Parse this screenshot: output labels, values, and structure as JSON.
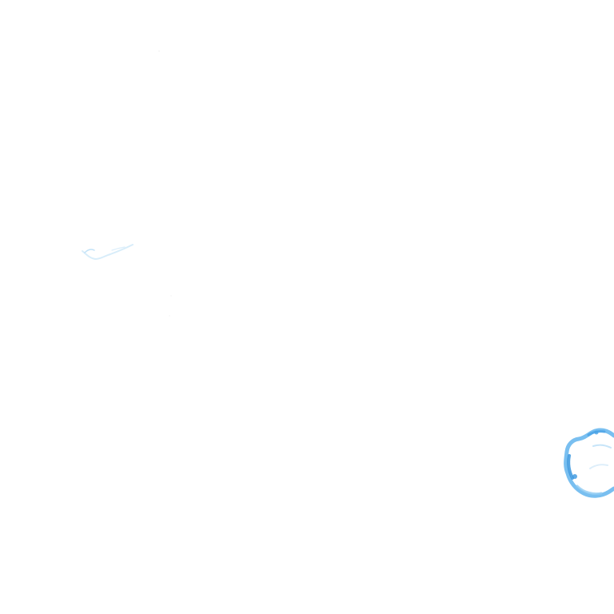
{
  "canvas": {
    "background": "#ffffff"
  },
  "marks": {
    "primary_color": "#6ab8ee",
    "dark_color": "#3a96de",
    "faint_color": "#cfe7f8",
    "items": [
      {
        "name": "faint-brush-stroke",
        "kind": "thin wispy stroke"
      },
      {
        "name": "faint-dots",
        "kind": "tiny specks"
      },
      {
        "name": "blue-ring-blob",
        "kind": "irregular watercolor ring, partially off the right edge"
      }
    ]
  }
}
